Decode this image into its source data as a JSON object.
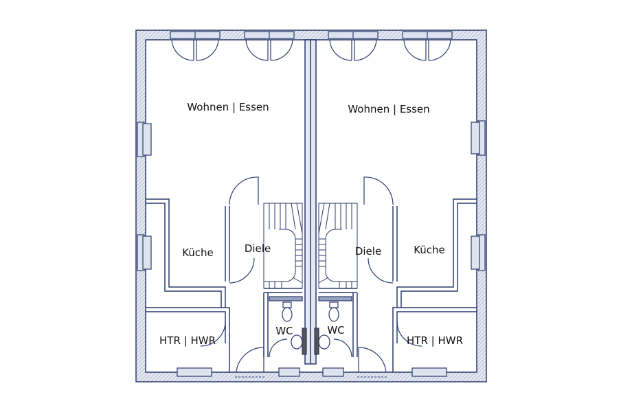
{
  "colors": {
    "line": "#2b3a6b",
    "wall_fill": "#e4e8f2",
    "hatch": "#9aa3c0",
    "glass": "#dde4f0",
    "background": "#ffffff",
    "label": "#111111"
  },
  "rooms": {
    "left": {
      "living": "Wohnen | Essen",
      "kitchen": "Küche",
      "hall": "Diele",
      "wc": "WC",
      "utility": "HTR | HWR"
    },
    "right": {
      "living": "Wohnen | Essen",
      "kitchen": "Küche",
      "hall": "Diele",
      "wc": "WC",
      "utility": "HTR | HWR"
    }
  }
}
